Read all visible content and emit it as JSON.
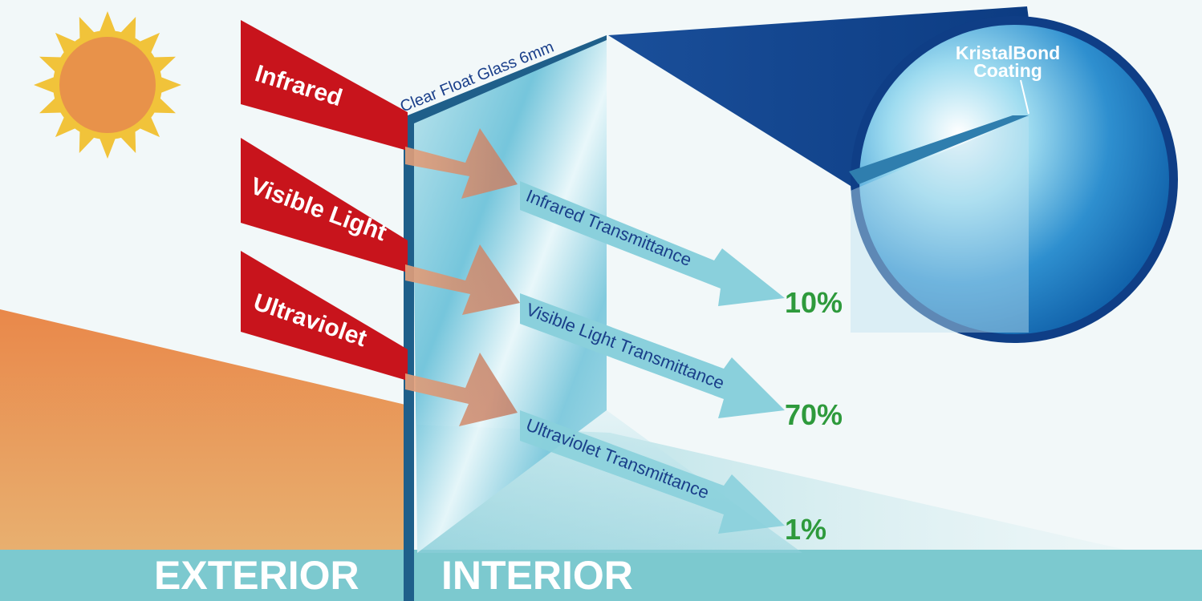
{
  "diagram": {
    "glass_label": "Clear Float Glass 6mm",
    "coating_label_line1": "KristalBond",
    "coating_label_line2": "Coating",
    "incoming": [
      {
        "label": "Infrared"
      },
      {
        "label": "Visible Light"
      },
      {
        "label": "Ultraviolet"
      }
    ],
    "transmittance": [
      {
        "label": "Infrared Transmittance",
        "value": "10%"
      },
      {
        "label": "Visible Light Transmittance",
        "value": "70%"
      },
      {
        "label": "Ultraviolet Transmittance",
        "value": "1%"
      }
    ],
    "zones": {
      "exterior": "EXTERIOR",
      "interior": "INTERIOR"
    },
    "colors": {
      "ray_red": "#c8141c",
      "glass_edge": "#1f5f8a",
      "transmit_arrow": "#8ad0dc",
      "percent_green": "#2e9a3c",
      "floor_band": "#7cc9cf",
      "magnifier_navy": "#0f3e86",
      "exterior_ground": "#e2914f"
    },
    "icons": {
      "sun": "sun-icon"
    }
  }
}
